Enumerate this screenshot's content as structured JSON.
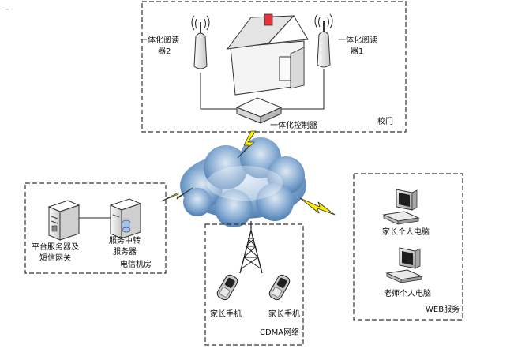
{
  "corner_mark": "_",
  "school": {
    "zone_label": "校门",
    "reader2_line1": "一体化阅读",
    "reader2_line2": "器2",
    "reader1_line1": "一体化阅读",
    "reader1_line2": "器1",
    "controller_label": "一体化控制器"
  },
  "server_room": {
    "zone_label": "电信机房",
    "platform_line1": "平台服务器及",
    "platform_line2": "短信网关",
    "relay_line1": "服务中转",
    "relay_line2": "服务器"
  },
  "cdma": {
    "zone_label": "CDMA网络",
    "phone1_label": "家长手机",
    "phone2_label": "家长手机"
  },
  "web": {
    "zone_label": "WEB服务",
    "pc1_label": "家长个人电脑",
    "pc2_label": "老师个人电脑"
  },
  "colors": {
    "cloud": "#5b8fc4",
    "bolt": "#ffee00",
    "roof": "#f2f2f2",
    "flag": "#e8323a"
  }
}
